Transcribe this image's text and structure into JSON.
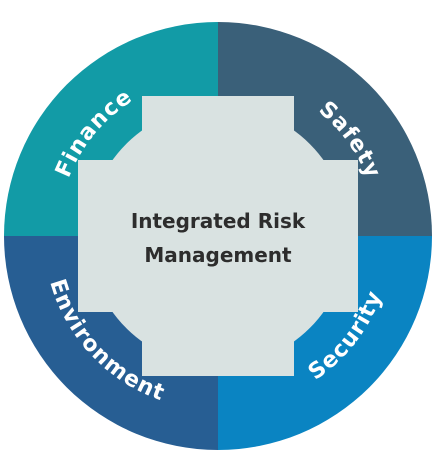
{
  "diagram": {
    "center": {
      "line1": "Integrated Risk",
      "line2": "Management",
      "fill": "#d9e2e1"
    },
    "quadrants": [
      {
        "key": "finance",
        "label": "Finance",
        "color": "#129ba6"
      },
      {
        "key": "safety",
        "label": "Safety",
        "color": "#3a6079"
      },
      {
        "key": "security",
        "label": "Security",
        "color": "#0a84c2"
      },
      {
        "key": "environment",
        "label": "Environment",
        "color": "#275e93"
      }
    ]
  }
}
